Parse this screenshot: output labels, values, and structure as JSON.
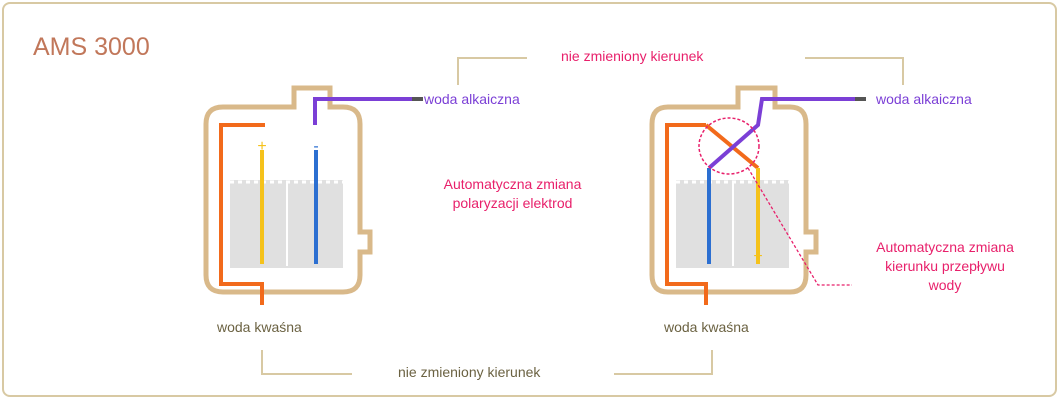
{
  "title": "AMS 3000",
  "labels": {
    "top_note": "nie zmieniony kierunek",
    "bottom_note": "nie zmieniony kierunek",
    "alkaline_left": "woda alkaiczna",
    "alkaline_right": "woda alkaiczna",
    "acid_left": "woda kwaśna",
    "acid_right": "woda kwaśna",
    "polarity_line1": "Automatyczna zmiana",
    "polarity_line2": "polaryzacji elektrod",
    "flow_line1": "Automatyczna zmiana",
    "flow_line2": "kierunku przepływu",
    "flow_line3": "wody"
  },
  "electrodes": {
    "left_plus": "+",
    "left_minus": "-",
    "right_minus": "-",
    "right_plus": "+"
  },
  "colors": {
    "frame": "#d8c9a3",
    "tank": "#d9b98a",
    "water": "#e0e0e0",
    "acid_pipe": "#f26a1b",
    "alkaline_pipe": "#7b3fd6",
    "anode": "#f5c21b",
    "cathode": "#2c6fd1",
    "highlight": "#e8206b"
  }
}
